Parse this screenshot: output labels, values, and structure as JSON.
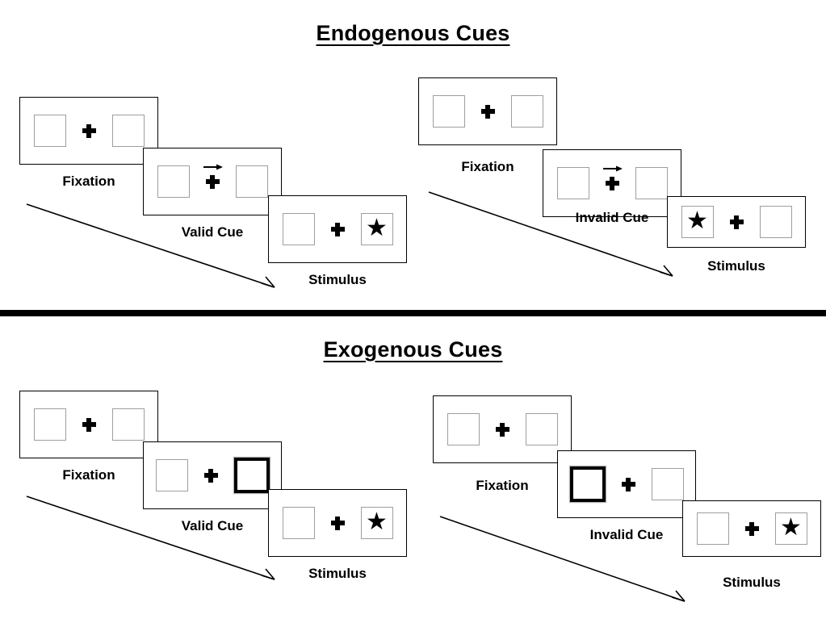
{
  "figure": {
    "type": "posner-cueing-paradigm-diagram",
    "background": "#ffffff",
    "box_border_color": "#9e9e9e",
    "cued_box_border_color": "#000000",
    "panel_border_color": "#000000",
    "divider_color": "#000000"
  },
  "sections": [
    {
      "id": "endogenous",
      "title": "Endogenous Cues",
      "cue_type": "central-arrow",
      "sequences": [
        {
          "id": "endogenous-valid",
          "condition": "valid",
          "frames": [
            {
              "label": "Fixation",
              "left_box": {
                "state": "normal",
                "content": "none"
              },
              "center": "fixation-cross",
              "arrow": "none",
              "right_box": {
                "state": "normal",
                "content": "none"
              }
            },
            {
              "label": "Valid Cue",
              "left_box": {
                "state": "normal",
                "content": "none"
              },
              "center": "fixation-cross",
              "arrow": "right",
              "right_box": {
                "state": "normal",
                "content": "none"
              }
            },
            {
              "label": "Stimulus",
              "left_box": {
                "state": "normal",
                "content": "none"
              },
              "center": "fixation-cross",
              "arrow": "none",
              "right_box": {
                "state": "normal",
                "content": "star"
              }
            }
          ]
        },
        {
          "id": "endogenous-invalid",
          "condition": "invalid",
          "frames": [
            {
              "label": "Fixation",
              "left_box": {
                "state": "normal",
                "content": "none"
              },
              "center": "fixation-cross",
              "arrow": "none",
              "right_box": {
                "state": "normal",
                "content": "none"
              }
            },
            {
              "label": "Invalid Cue",
              "left_box": {
                "state": "normal",
                "content": "none"
              },
              "center": "fixation-cross",
              "arrow": "right",
              "right_box": {
                "state": "normal",
                "content": "none"
              }
            },
            {
              "label": "Stimulus",
              "left_box": {
                "state": "normal",
                "content": "star"
              },
              "center": "fixation-cross",
              "arrow": "none",
              "right_box": {
                "state": "normal",
                "content": "none"
              }
            }
          ]
        }
      ]
    },
    {
      "id": "exogenous",
      "title": "Exogenous Cues",
      "cue_type": "peripheral-box-flash",
      "sequences": [
        {
          "id": "exogenous-valid",
          "condition": "valid",
          "frames": [
            {
              "label": "Fixation",
              "left_box": {
                "state": "normal",
                "content": "none"
              },
              "center": "fixation-cross",
              "arrow": "none",
              "right_box": {
                "state": "normal",
                "content": "none"
              }
            },
            {
              "label": "Valid Cue",
              "left_box": {
                "state": "normal",
                "content": "none"
              },
              "center": "fixation-cross",
              "arrow": "none",
              "right_box": {
                "state": "cued",
                "content": "none"
              }
            },
            {
              "label": "Stimulus",
              "left_box": {
                "state": "normal",
                "content": "none"
              },
              "center": "fixation-cross",
              "arrow": "none",
              "right_box": {
                "state": "normal",
                "content": "star"
              }
            }
          ]
        },
        {
          "id": "exogenous-invalid",
          "condition": "invalid",
          "frames": [
            {
              "label": "Fixation",
              "left_box": {
                "state": "normal",
                "content": "none"
              },
              "center": "fixation-cross",
              "arrow": "none",
              "right_box": {
                "state": "normal",
                "content": "none"
              }
            },
            {
              "label": "Invalid Cue",
              "left_box": {
                "state": "cued",
                "content": "none"
              },
              "center": "fixation-cross",
              "arrow": "none",
              "right_box": {
                "state": "normal",
                "content": "none"
              }
            },
            {
              "label": "Stimulus",
              "left_box": {
                "state": "normal",
                "content": "none"
              },
              "center": "fixation-cross",
              "arrow": "none",
              "right_box": {
                "state": "normal",
                "content": "star"
              }
            }
          ]
        }
      ]
    }
  ],
  "glyphs": {
    "star": "★",
    "cue_arrow": "right-arrow-icon",
    "fixation": "plus-cross-icon",
    "time_arrow": "time-progression-arrow"
  },
  "labels": {
    "endogenous_title": "Endogenous Cues",
    "exogenous_title": "Exogenous Cues",
    "fixation": "Fixation",
    "valid_cue": "Valid Cue",
    "invalid_cue": "Invalid Cue",
    "stimulus": "Stimulus"
  }
}
